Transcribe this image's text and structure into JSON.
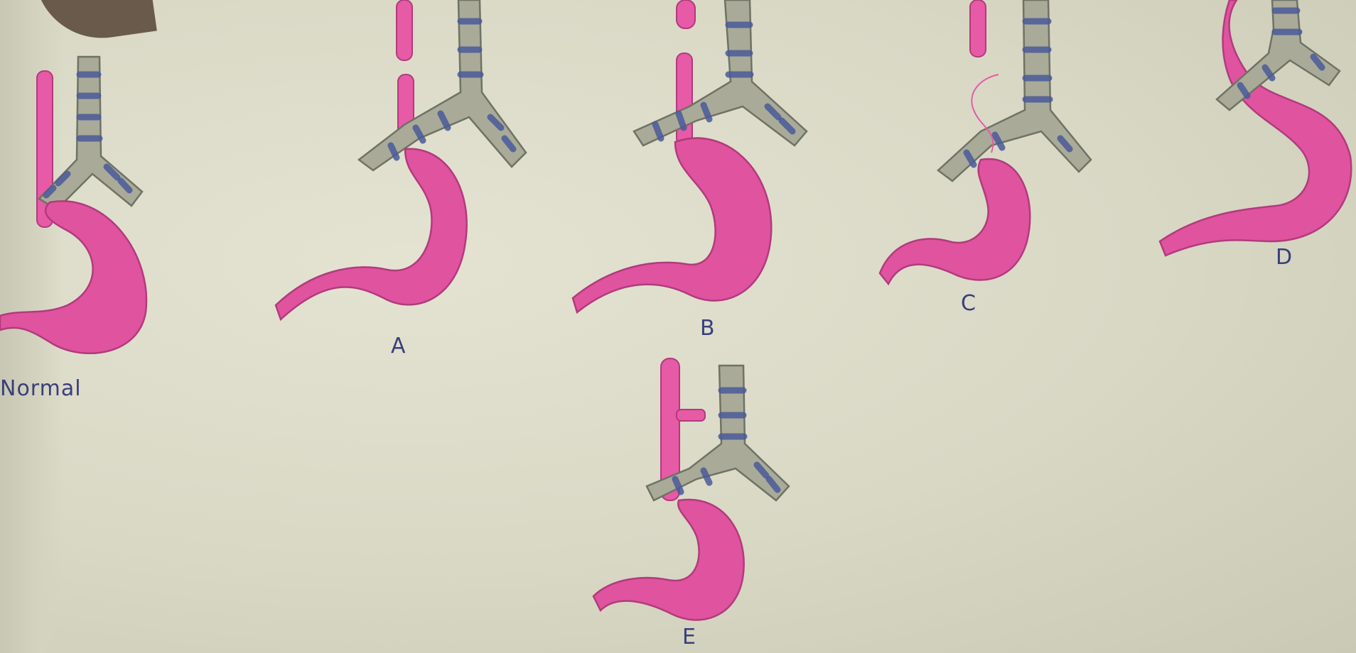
{
  "labels": {
    "normal": "Normal",
    "a": "A",
    "b": "B",
    "c": "C",
    "d": "D",
    "e": "E"
  },
  "colors": {
    "paper": "#dcdcc9",
    "stomach": "#e0539f",
    "trachea": "#a9ab98",
    "rings": "#4a5a9a",
    "ink": "#3a3f7a"
  }
}
